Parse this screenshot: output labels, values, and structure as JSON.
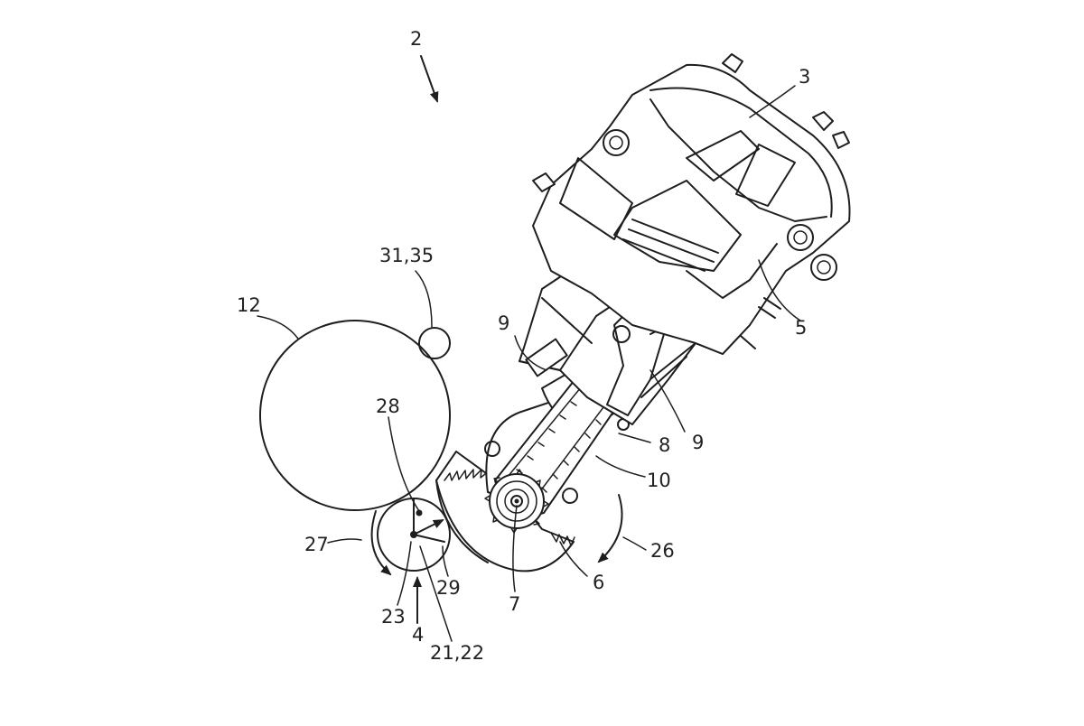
{
  "figure": {
    "ref_numerals": {
      "n2": "2",
      "n3": "3",
      "n5": "5",
      "n12": "12",
      "n31_35": "31,35",
      "n9a": "9",
      "n9b": "9",
      "n28": "28",
      "n8": "8",
      "n10": "10",
      "n27": "27",
      "n26": "26",
      "n29": "29",
      "n6": "6",
      "n23": "23",
      "n7": "7",
      "n4": "4",
      "n21_22": "21,22"
    }
  }
}
